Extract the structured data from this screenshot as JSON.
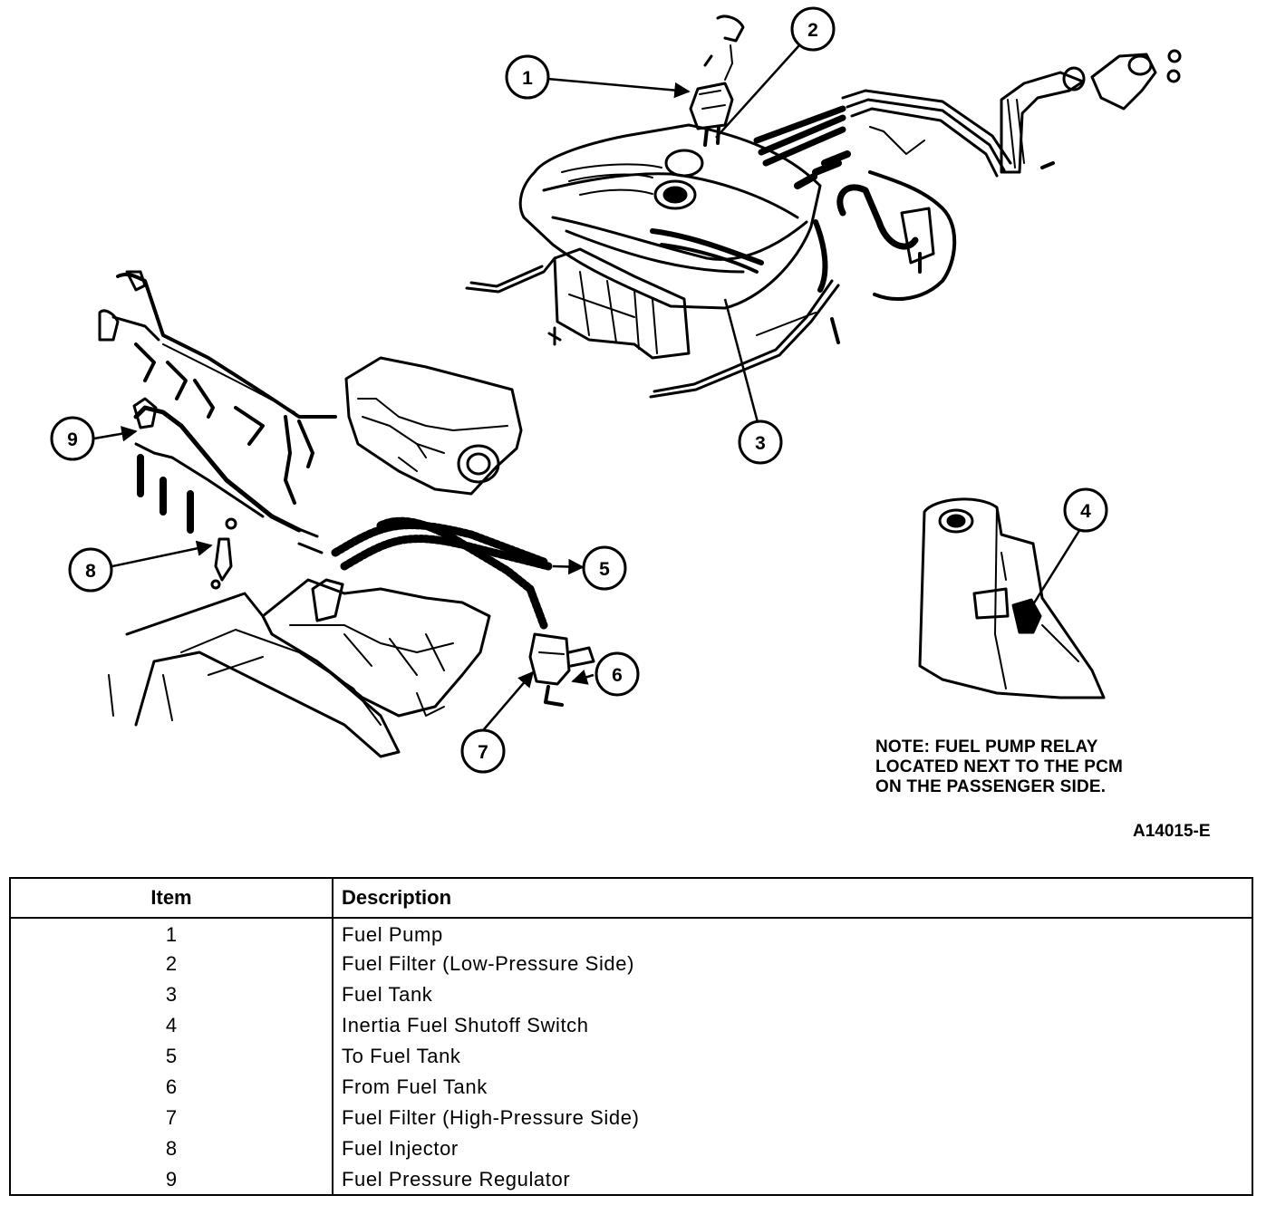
{
  "callouts": [
    "1",
    "2",
    "3",
    "4",
    "5",
    "6",
    "7",
    "8",
    "9"
  ],
  "note": {
    "line1": "NOTE: FUEL PUMP RELAY",
    "line2": "LOCATED NEXT TO THE PCM",
    "line3": "ON THE PASSENGER SIDE."
  },
  "figure_id": "A14015-E",
  "table": {
    "headers": {
      "item": "Item",
      "description": "Description"
    },
    "rows": [
      {
        "item": "1",
        "description": "Fuel Pump"
      },
      {
        "item": "2",
        "description": "Fuel Filter (Low-Pressure Side)"
      },
      {
        "item": "3",
        "description": "Fuel Tank"
      },
      {
        "item": "4",
        "description": "Inertia Fuel Shutoff Switch"
      },
      {
        "item": "5",
        "description": "To Fuel Tank"
      },
      {
        "item": "6",
        "description": "From Fuel Tank"
      },
      {
        "item": "7",
        "description": "Fuel Filter (High-Pressure Side)"
      },
      {
        "item": "8",
        "description": "Fuel Injector"
      },
      {
        "item": "9",
        "description": "Fuel Pressure Regulator"
      }
    ]
  }
}
